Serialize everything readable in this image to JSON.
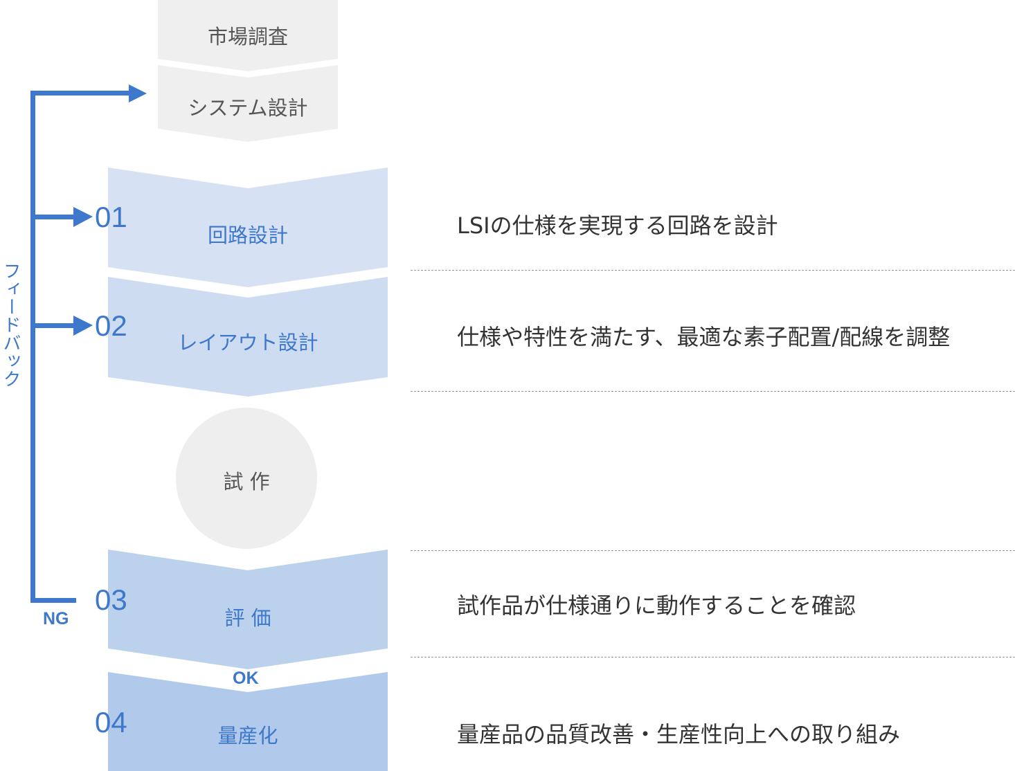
{
  "colors": {
    "accent": "#3d78cc",
    "gray_step": "#efefef",
    "step1": "#d6e2f3",
    "step2": "#cddcf1",
    "step3": "#bcd1ec",
    "step4": "#b1c9ea",
    "circle": "#eeeeee",
    "text_dark": "#333333"
  },
  "pre_steps": [
    {
      "label": "市場調査"
    },
    {
      "label": "システム設計"
    }
  ],
  "steps": [
    {
      "number": "01",
      "label": "回路設計",
      "description": "LSIの仕様を実現する回路を設計"
    },
    {
      "number": "02",
      "label": "レイアウト設計",
      "description": "仕様や特性を満たす、最適な素子配置/配線を調整"
    },
    {
      "number": "03",
      "label": "評 価",
      "description": "試作品が仕様通りに動作することを確認"
    },
    {
      "number": "04",
      "label": "量産化",
      "description": "量産品の品質改善・生産性向上への取り組み"
    }
  ],
  "prototype": {
    "label": "試 作"
  },
  "feedback": {
    "label": "フィードバック",
    "ng_label": "NG",
    "ok_label": "OK"
  }
}
